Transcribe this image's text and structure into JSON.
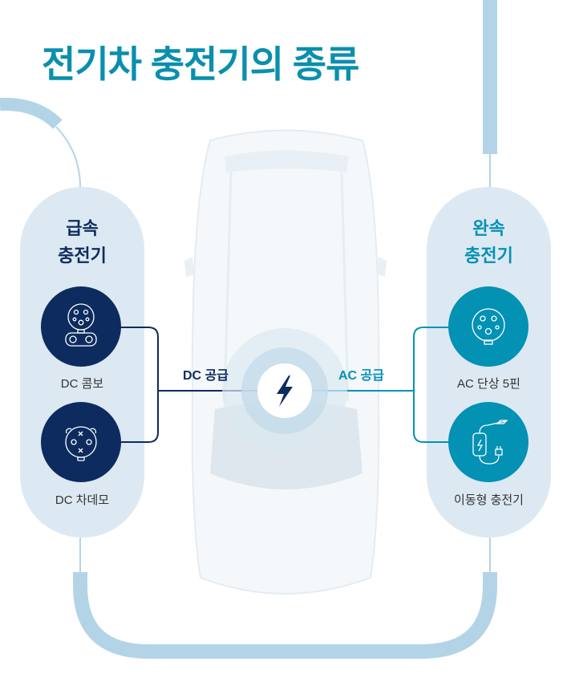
{
  "title": "전기차 충전기의 종류",
  "fast": {
    "heading_line1": "급속",
    "heading_line2": "충전기",
    "items": [
      "DC 콤보",
      "DC 차데모"
    ],
    "supply": "DC 공급"
  },
  "slow": {
    "heading_line1": "완속",
    "heading_line2": "충전기",
    "items": [
      "AC 단상 5핀",
      "이동형 충전기"
    ],
    "supply": "AC 공급"
  },
  "colors": {
    "title": "#0a8fae",
    "navy": "#0d2b5e",
    "teal": "#0391b4",
    "panel": "#dce9f2",
    "arc": "#b3d4e7"
  }
}
